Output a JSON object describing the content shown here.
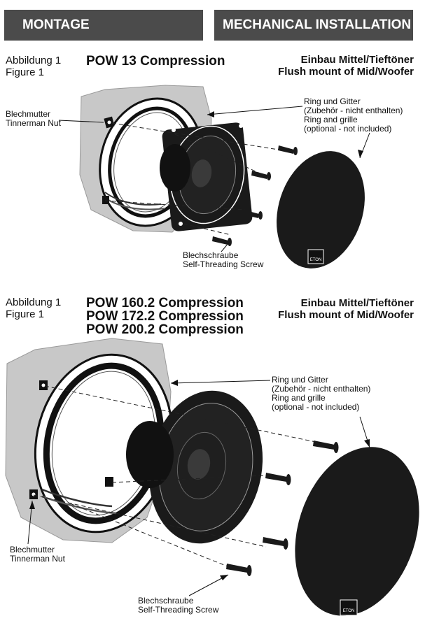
{
  "header": {
    "left_title": "MONTAGE",
    "right_title": "MECHANICAL INSTALLATION"
  },
  "figure_top": {
    "caption_de": "Abbildung 1",
    "caption_en": "Figure 1",
    "models": [
      "POW 13 Compression"
    ],
    "mount_de": "Einbau Mittel/Tieftöner",
    "mount_en": "Flush mount of Mid/Woofer",
    "nut_de": "Blechmutter",
    "nut_en": "Tinnerman Nut",
    "ring_1": "Ring und Gitter",
    "ring_2": "(Zubehör - nicht enthalten)",
    "ring_3": "Ring and grille",
    "ring_4": "(optional - not included)",
    "screw_de": "Blechschraube",
    "screw_en": "Self-Threading Screw",
    "logo": "ETON"
  },
  "figure_bottom": {
    "caption_de": "Abbildung 1",
    "caption_en": "Figure 1",
    "models": [
      "POW 160.2 Compression",
      "POW 172.2 Compression",
      "POW 200.2 Compression"
    ],
    "mount_de": "Einbau Mittel/Tieftöner",
    "mount_en": "Flush mount of Mid/Woofer",
    "ring_1": "Ring und Gitter",
    "ring_2": "(Zubehör - nicht enthalten)",
    "ring_3": "Ring and grille",
    "ring_4": "(optional - not included)",
    "nut_de": "Blechmutter",
    "nut_en": "Tinnerman Nut",
    "screw_de": "Blechschraube",
    "screw_en": "Self-Threading Screw",
    "logo": "ETON"
  }
}
